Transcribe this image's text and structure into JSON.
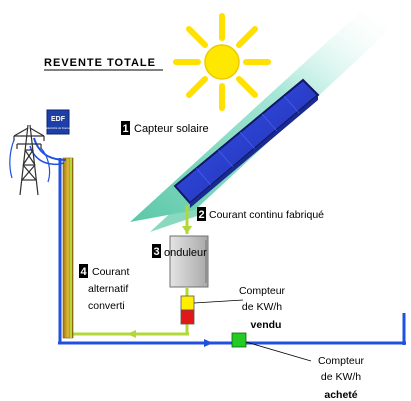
{
  "title": "REVENTE TOTALE",
  "logo_text": {
    "line1": "EDF",
    "line2": "Electricité de France"
  },
  "labels": {
    "capteur": {
      "number": "1",
      "text": "Capteur solaire"
    },
    "courant_continu": {
      "number": "2",
      "text": "Courant continu fabriqué"
    },
    "onduleur": {
      "number": "3",
      "text": "onduleur"
    },
    "courant_alternatif": {
      "number": "4",
      "lines": [
        "Courant",
        "alternatif",
        "converti"
      ]
    },
    "compteur_vendu": {
      "lines": [
        "Compteur",
        "de KW/h",
        "vendu"
      ]
    },
    "compteur_achete": {
      "lines": [
        "Compteur",
        "de KW/h",
        "acheté"
      ]
    }
  },
  "colors": {
    "sun": "#ffe800",
    "sun_outline": "#f0c800",
    "panel": "#2a3fd6",
    "panel_frame": "#101860",
    "beam": "#7fd8c0",
    "dc_wire": "#b0d838",
    "ac_wire": "#b0d838",
    "grid_wire": "#2050e0",
    "pole": "#c8a020",
    "inverter": "#c8c8c8",
    "meter_sold_top": "#ffee00",
    "meter_sold_bottom": "#e01818",
    "meter_bought": "#22cc22",
    "badge_bg": "#000000"
  }
}
